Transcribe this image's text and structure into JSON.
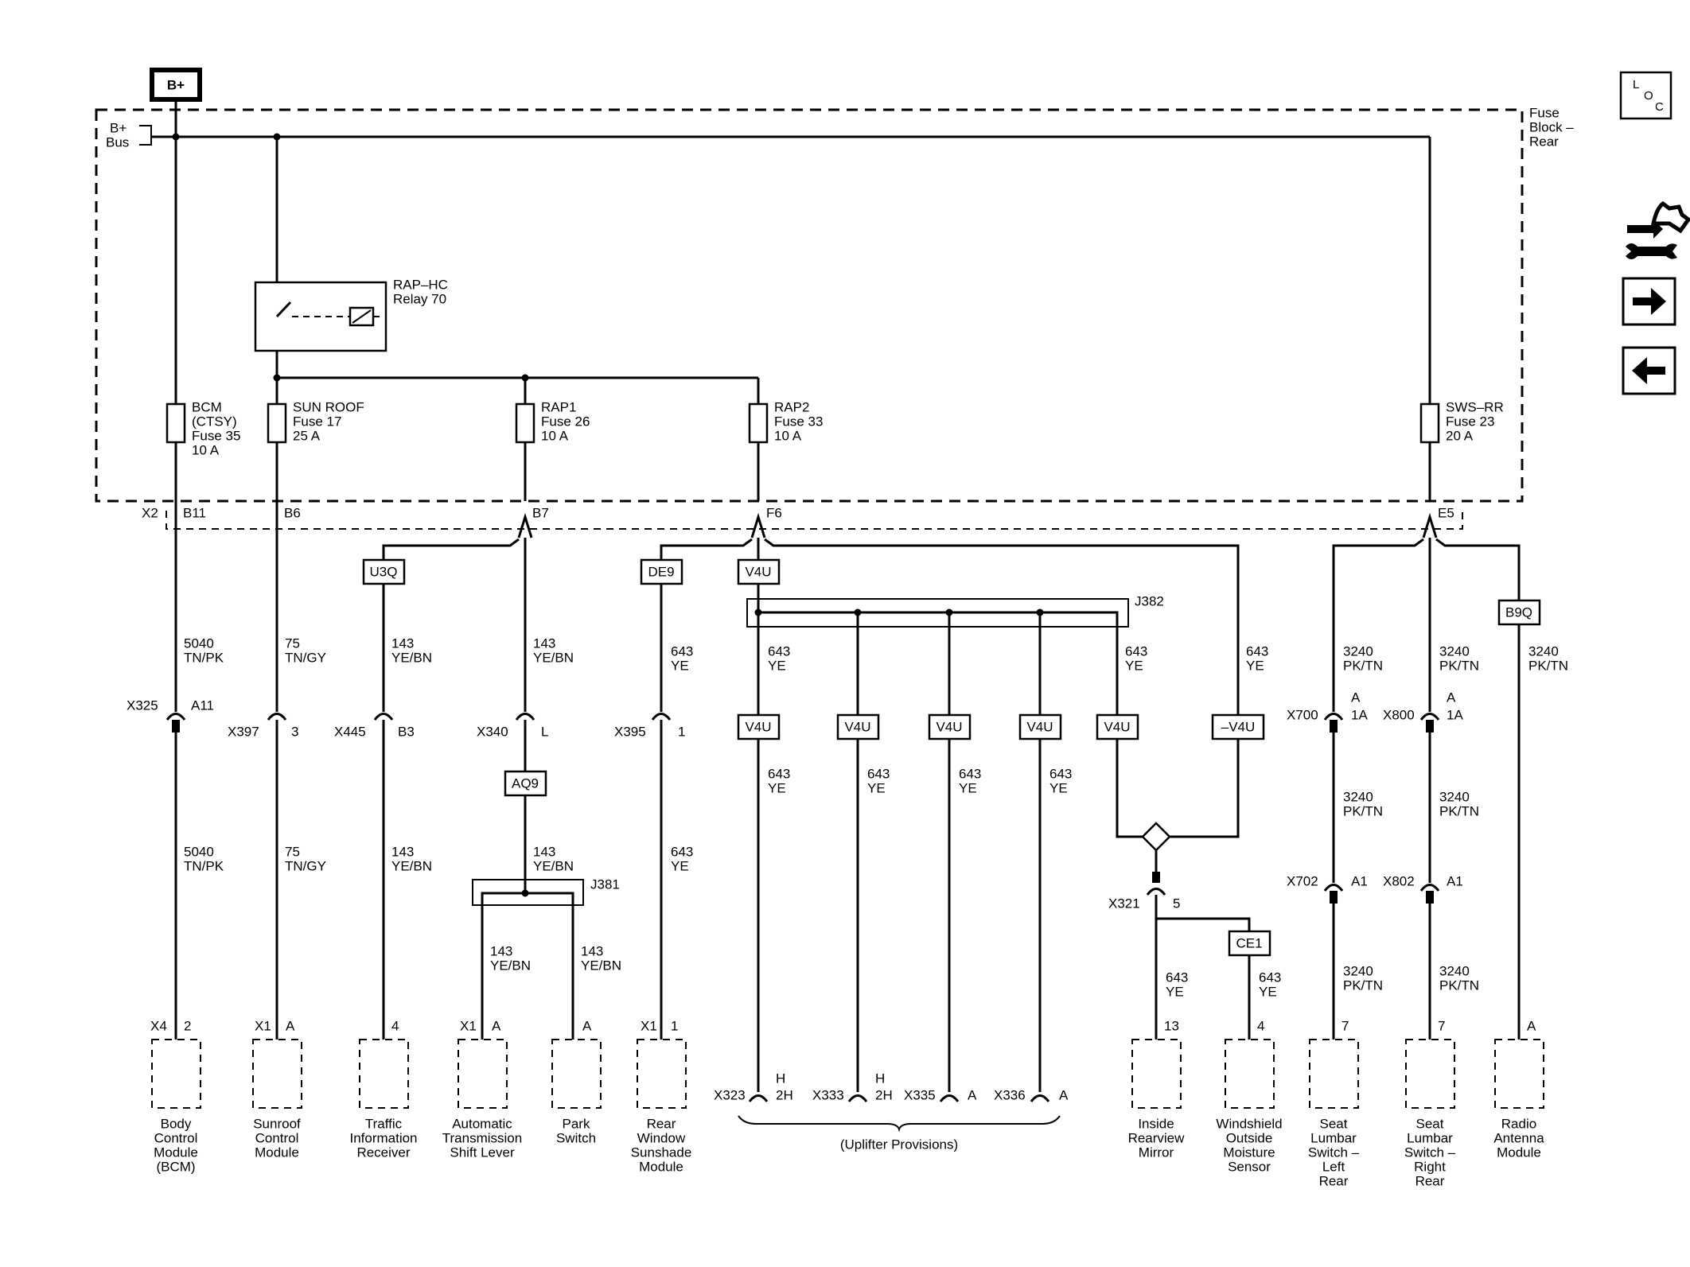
{
  "header": {
    "bplus_box": "B+"
  },
  "fuse_block": {
    "bus_label_line1": "B+",
    "bus_label_line2": "Bus",
    "title_line1": "Fuse",
    "title_line2": "Block –",
    "title_line3": "Rear"
  },
  "relay": {
    "line1": "RAP–HC",
    "line2": "Relay 70"
  },
  "fuses": [
    {
      "line1": "BCM",
      "line2": "(CTSY)",
      "line3": "Fuse 35",
      "line4": "10 A"
    },
    {
      "line1": "SUN ROOF",
      "line2": "Fuse 17",
      "line3": "25 A"
    },
    {
      "line1": "RAP1",
      "line2": "Fuse 26",
      "line3": "10 A"
    },
    {
      "line1": "RAP2",
      "line2": "Fuse 33",
      "line3": "10 A"
    },
    {
      "line1": "SWS–RR",
      "line2": "Fuse 23",
      "line3": "20 A"
    }
  ],
  "block_connector": {
    "name": "X2",
    "pins": [
      "B11",
      "B6",
      "B7",
      "F6",
      "E5"
    ]
  },
  "options": [
    "U3Q",
    "DE9",
    "V4U",
    "B9Q",
    "AQ9",
    "V4U",
    "V4U",
    "V4U",
    "V4U",
    "V4U",
    "–V4U",
    "CE1"
  ],
  "splices": [
    "J382",
    "J381"
  ],
  "wires": {
    "c5040": "5040",
    "tnpk": "TN/PK",
    "c75": "75",
    "tngy": "TN/GY",
    "c143": "143",
    "yebn": "YE/BN",
    "c643": "643",
    "ye": "YE",
    "c3240": "3240",
    "pktn": "PK/TN"
  },
  "inline_connectors": [
    {
      "name": "X325",
      "pin": "A11"
    },
    {
      "name": "X397",
      "pin": "3"
    },
    {
      "name": "X445",
      "pin": "B3"
    },
    {
      "name": "X340",
      "pin": "L"
    },
    {
      "name": "X395",
      "pin": "1"
    },
    {
      "name": "X700",
      "pin_top": "A",
      "pin": "1A"
    },
    {
      "name": "X800",
      "pin_top": "A",
      "pin": "1A"
    },
    {
      "name": "X702",
      "pin": "A1"
    },
    {
      "name": "X802",
      "pin": "A1"
    },
    {
      "name": "X321",
      "pin": "5"
    }
  ],
  "uplifter": {
    "connectors": [
      {
        "name": "X323",
        "pin_top": "H",
        "pin": "2H"
      },
      {
        "name": "X333",
        "pin_top": "H",
        "pin": "2H"
      },
      {
        "name": "X335",
        "pin": "A"
      },
      {
        "name": "X336",
        "pin": "A"
      }
    ],
    "label": "(Uplifter Provisions)"
  },
  "modules": [
    {
      "conn": "X4",
      "pin": "2",
      "line1": "Body",
      "line2": "Control",
      "line3": "Module",
      "line4": "(BCM)"
    },
    {
      "conn": "X1",
      "pin": "A",
      "line1": "Sunroof",
      "line2": "Control",
      "line3": "Module"
    },
    {
      "pin": "4",
      "line1": "Traffic",
      "line2": "Information",
      "line3": "Receiver"
    },
    {
      "conn": "X1",
      "pin": "A",
      "line1": "Automatic",
      "line2": "Transmission",
      "line3": "Shift Lever"
    },
    {
      "pin": "A",
      "line1": "Park",
      "line2": "Switch"
    },
    {
      "conn": "X1",
      "pin": "1",
      "line1": "Rear",
      "line2": "Window",
      "line3": "Sunshade",
      "line4": "Module"
    },
    {
      "pin": "13",
      "line1": "Inside",
      "line2": "Rearview",
      "line3": "Mirror"
    },
    {
      "pin": "4",
      "line1": "Windshield",
      "line2": "Outside",
      "line3": "Moisture",
      "line4": "Sensor"
    },
    {
      "pin": "7",
      "line1": "Seat",
      "line2": "Lumbar",
      "line3": "Switch –",
      "line4": "Left",
      "line5": "Rear"
    },
    {
      "pin": "7",
      "line1": "Seat",
      "line2": "Lumbar",
      "line3": "Switch –",
      "line4": "Right",
      "line5": "Rear"
    },
    {
      "pin": "A",
      "line1": "Radio",
      "line2": "Antenna",
      "line3": "Module"
    }
  ],
  "nav": {
    "loc_l": "L",
    "loc_o": "O",
    "loc_c": "C"
  },
  "icons": {
    "loc": "loc-icon",
    "tools": "wrench-arrows-icon",
    "next": "arrow-right-icon",
    "prev": "arrow-left-icon"
  }
}
